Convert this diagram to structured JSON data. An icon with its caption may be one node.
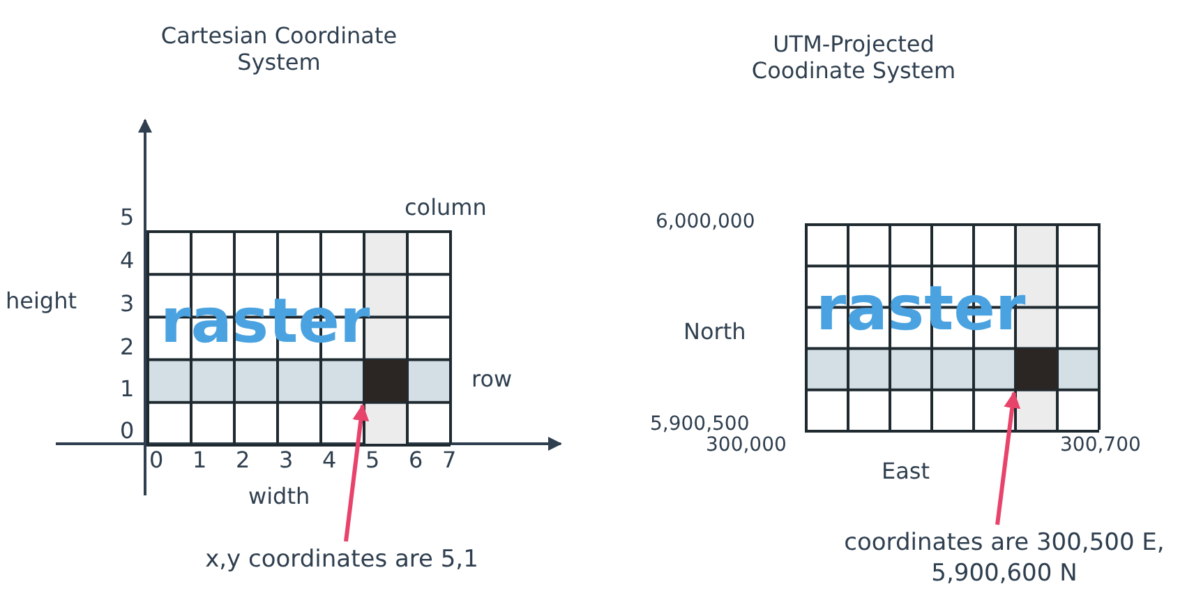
{
  "diagram": {
    "nodes": [
      {
        "text": [
          "raster"
        ]
      },
      {
        "text": [],
        "shape": "box",
        "in": 0
      },
      {
        "text": [
          "x,y coordinates are 5,1"
        ]
      },
      {
        "text": [
          "raster"
        ]
      },
      {
        "text": [],
        "shape": "box",
        "in": 3
      },
      {
        "text": [
          "coordinates are 300,500 E, 5,900,600 N"
        ]
      }
    ],
    "edges": [
      {
        "from": 2,
        "to": 1,
        "arrow": "to"
      },
      {
        "from": 5,
        "to": 4,
        "arrow": "to"
      }
    ],
    "labels": [
      "Cartesian Coordinate System",
      "UTM-Projected Coodinate System",
      "column",
      "5",
      "4",
      "3",
      "2",
      "1",
      "0",
      "height",
      "row",
      "0",
      "1",
      "2",
      "3",
      "4",
      "5",
      "6",
      "7",
      "width",
      "6,000,000",
      "North",
      "5,900,500",
      "300,000",
      "East",
      "300,700"
    ]
  }
}
